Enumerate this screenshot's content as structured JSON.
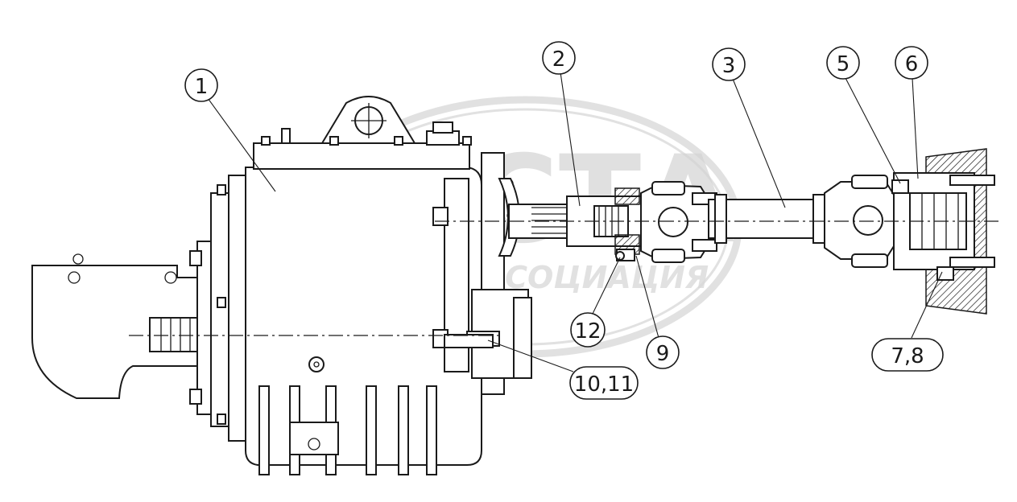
{
  "callouts": {
    "c1": "1",
    "c2": "2",
    "c3": "3",
    "c5": "5",
    "c6": "6",
    "c9": "9",
    "c12": "12",
    "c1011": "10,11",
    "c78": "7,8"
  },
  "watermark": {
    "title": "АСТА",
    "subtitle": "АССОЦИАЦИЯ"
  },
  "colors": {
    "line": "#1a1a1a",
    "watermark": "#c9c9c9"
  }
}
